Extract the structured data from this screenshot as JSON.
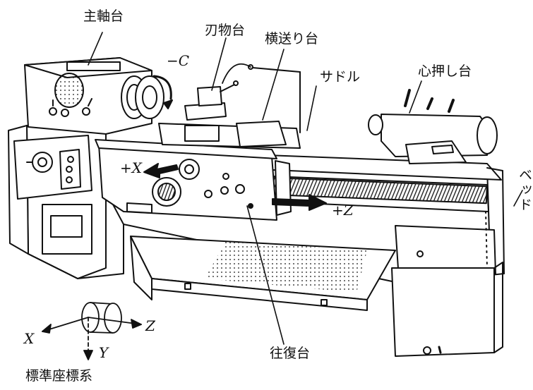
{
  "labels": {
    "headstock": "主軸台",
    "tool_post": "刃物台",
    "cross_slide": "横送り台",
    "saddle": "サドル",
    "tailstock": "心押し台",
    "bed": "ベッド",
    "carriage": "往復台",
    "standard_coords": "標準座標系"
  },
  "axes": {
    "minus_c": "−C",
    "plus_x": "+X",
    "plus_z": "+Z",
    "x": "X",
    "y": "Y",
    "z": "Z"
  },
  "colors": {
    "ink": "#111111",
    "paper": "#ffffff"
  }
}
